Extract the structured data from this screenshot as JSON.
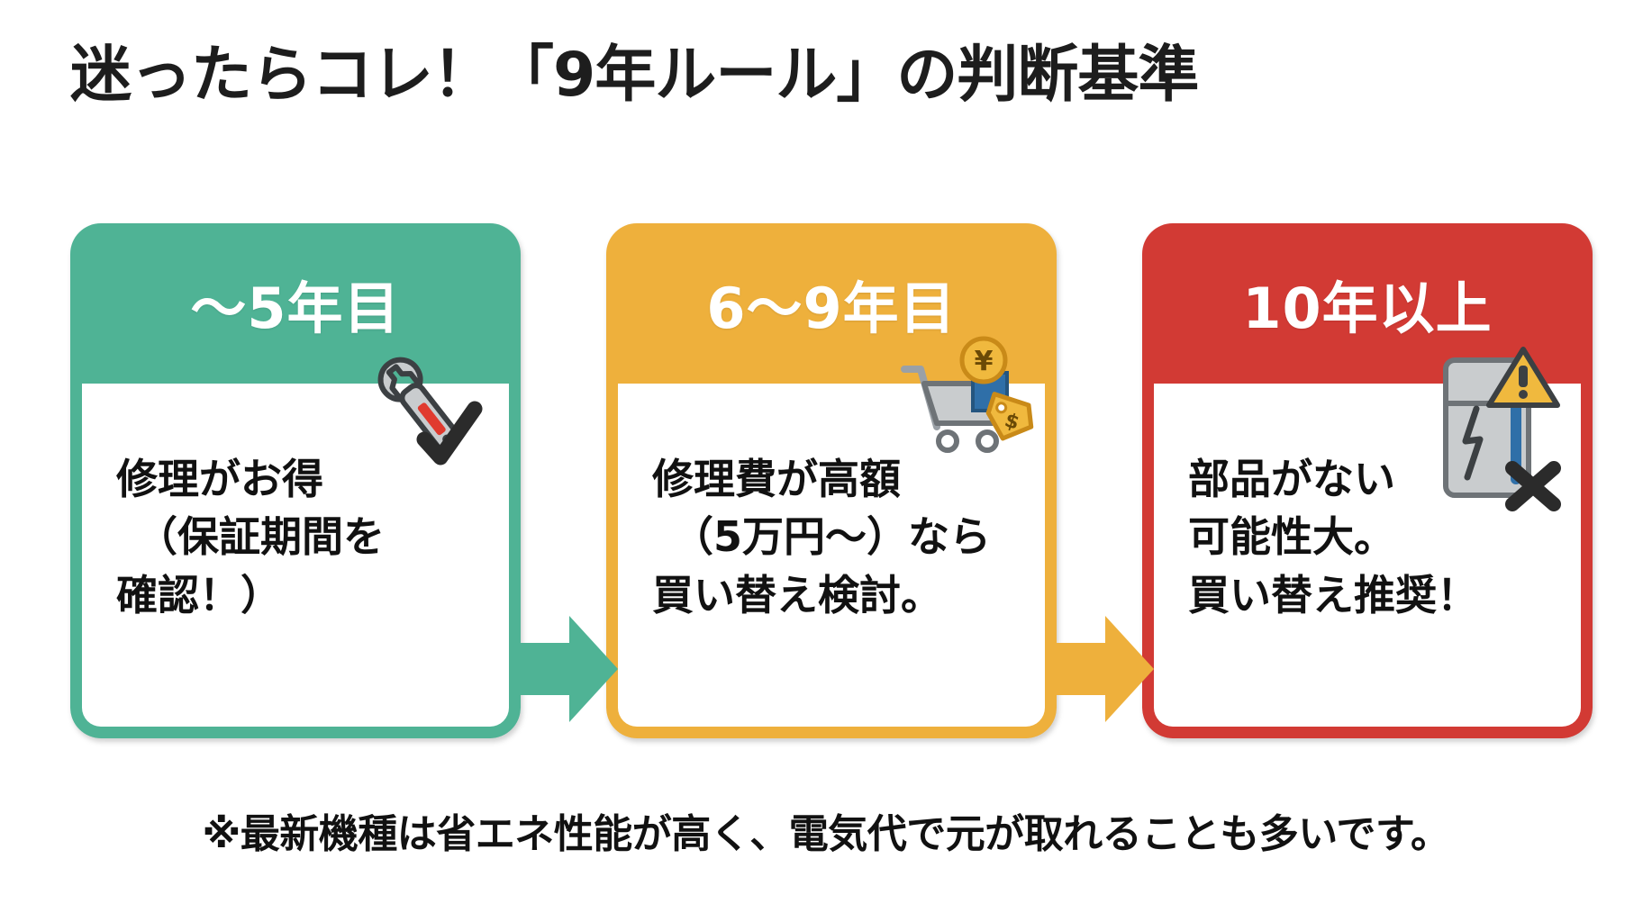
{
  "title": "迷ったらコレ！「9年ルール」の判断基準",
  "colors": {
    "green": "#4FB395",
    "amber": "#EEB03C",
    "red": "#D23A34",
    "text": "#111111",
    "background": "#FFFFFF"
  },
  "cards": [
    {
      "period_label": "〜5年目",
      "icon": "wrench-check-icon",
      "lines": [
        "修理がお得",
        "（保証期間を",
        "確認！）"
      ],
      "accent": "#4FB395"
    },
    {
      "period_label": "6〜9年目",
      "icon": "shopping-cart-yen-icon",
      "lines": [
        "修理費が高額",
        "（5万円〜）なら",
        "買い替え検討。"
      ],
      "accent": "#EEB03C"
    },
    {
      "period_label": "10年以上",
      "icon": "broken-refrigerator-warning-icon",
      "lines": [
        "部品がない",
        "可能性大。",
        "買い替え推奨！"
      ],
      "accent": "#D23A34"
    }
  ],
  "arrows": [
    {
      "name": "arrow-green",
      "color": "#4FB395"
    },
    {
      "name": "arrow-amber",
      "color": "#EEB03C"
    }
  ],
  "footer_note": "※最新機種は省エネ性能が高く、電気代で元が取れることも多いです。"
}
